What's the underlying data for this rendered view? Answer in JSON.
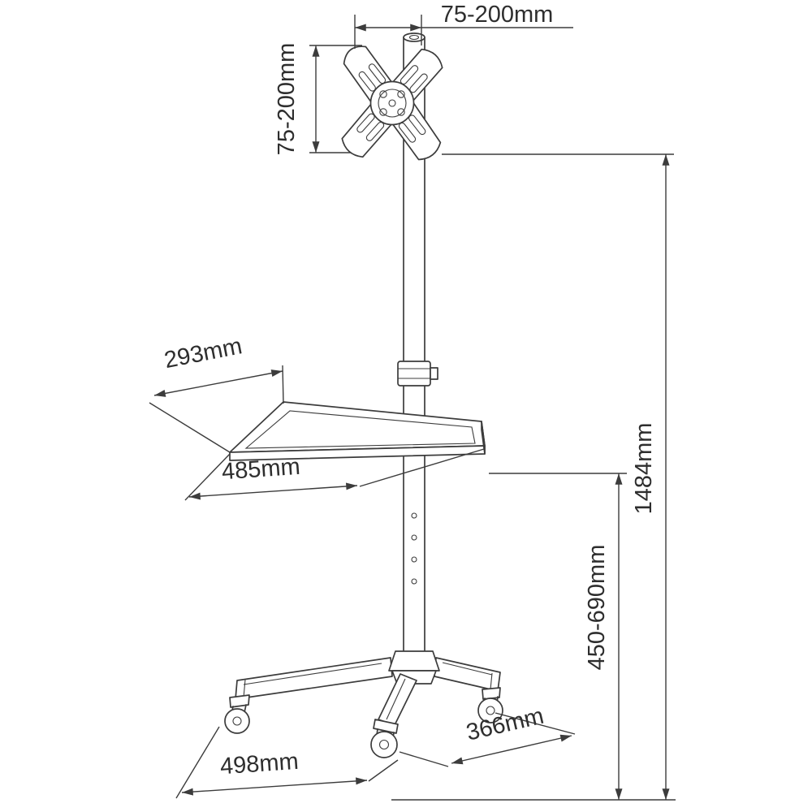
{
  "page": {
    "background": "#ffffff"
  },
  "drawing": {
    "stroke_color": "#3c3c3c",
    "text_color": "#2e2e2e",
    "labels": {
      "vesa_width": "75-200mm",
      "vesa_height": "75-200mm",
      "shelf_depth": "293mm",
      "shelf_width": "485mm",
      "total_height": "1484mm",
      "pole_height_range": "450-690mm",
      "base_leg": "366mm",
      "base_width": "498mm"
    }
  }
}
